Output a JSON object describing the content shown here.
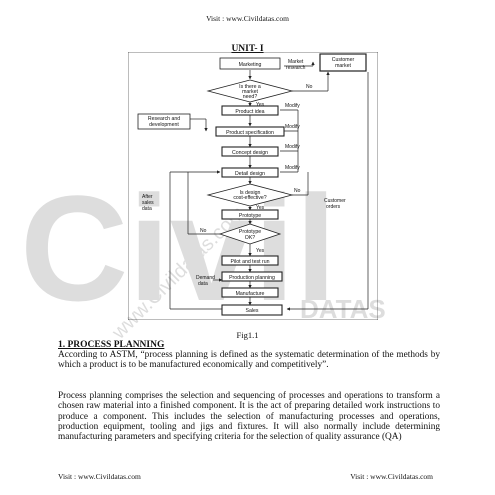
{
  "header": {
    "text": "Visit : www.Civildatas.com"
  },
  "unit_title": "UNIT- I",
  "diagram": {
    "nodes": {
      "marketing": "Marketing",
      "customer_market": [
        "Customer",
        "market"
      ],
      "market_need": [
        "Is there a",
        "market",
        "need?"
      ],
      "product_idea": "Product idea",
      "research": [
        "Research and",
        "development"
      ],
      "product_spec": "Product specification",
      "concept_design": "Concept design",
      "detail_design": "Detail design",
      "cost_effective": [
        "Is design",
        "cost-effective?"
      ],
      "prototype": "Prototype",
      "prototype_ok": [
        "Prototype",
        "OK?"
      ],
      "pilot_test": "Pilot and test run",
      "production_planning": "Production planning",
      "manufacture": "Manufacture",
      "sales": "Sales"
    },
    "edge_labels": {
      "market_research": [
        "Market",
        "research"
      ],
      "no_market": "No",
      "yes_market": "Yes",
      "modify_1": "Modify",
      "modify_2": "Modify",
      "modify_3": "Modify",
      "modify_4": "Modify",
      "no_cost": "No",
      "yes_cost": "Yes",
      "no_proto": "No",
      "yes_proto": "Yes",
      "after_sales": [
        "After",
        "sales",
        "data"
      ],
      "customer_orders": [
        "Customer",
        "orders"
      ],
      "demand_data": [
        "Demand",
        "data"
      ]
    }
  },
  "watermark": {
    "text": "Civil",
    "brand": "DATAS",
    "diag": "www.Civildatas.com"
  },
  "caption": "Fig1.1",
  "section": {
    "title": "1. PROCESS PLANNING",
    "para1": "According to ASTM, “process planning is defined as the systematic determination of the methods by which a product is to be manufactured economically and competitively”.",
    "para2": "Process planning comprises the selection and sequencing of processes and operations to transform a chosen raw material into a finished component. It is the act of preparing detailed work instructions to produce a component. This includes the selection of manufacturing processes and operations, production equipment, tooling and jigs and fixtures. It will also normally include determining manufacturing parameters and specifying criteria for the selection of quality assurance (QA)"
  },
  "footer": {
    "left": "Visit : www.Civildatas.com",
    "right": "Visit : www.Civildatas.com"
  }
}
